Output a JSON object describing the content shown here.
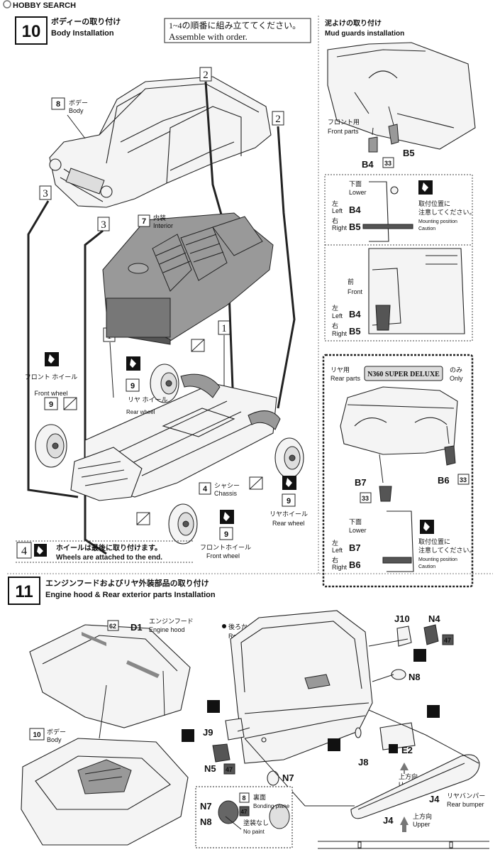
{
  "watermark": "HOBBY SEARCH",
  "step10": {
    "number": "10",
    "title_jp": "ボディーの取り付け",
    "title_en": "Body Installation",
    "order_note_jp": "1~4の順番に組み立ててください。",
    "order_note_en": "Assemble with order.",
    "body_box": "8",
    "body_jp": "ボデー",
    "body_en": "Body",
    "interior_box": "7",
    "interior_jp": "内装",
    "interior_en": "Interior",
    "chassis_box": "4",
    "chassis_jp": "シャシー",
    "chassis_en": "Chassis",
    "front_wheel_jp": "フロント ホイール",
    "front_wheel_en": "Front wheel",
    "front_wheel_box": "9",
    "rear_wheel_jp": "リヤ ホイール",
    "rear_wheel_en": "Rear wheel",
    "rear_wheel_box": "9",
    "rear_wheel2_jp": "リヤホイール",
    "rear_wheel2_en": "Rear wheel",
    "rear_wheel2_box": "9",
    "front_wheel2_jp": "フロントホイール",
    "front_wheel2_en": "Front wheel",
    "front_wheel2_box": "9",
    "order_1": "1",
    "order_2": "2",
    "order_3": "3",
    "order_4": "4",
    "wheel_note_jp": "ホイールは最後に取り付けます。",
    "wheel_note_en": "Wheels are attached to the end."
  },
  "mud_guards": {
    "title_jp": "泥よけの取り付け",
    "title_en": "Mud guards installation",
    "front_jp": "フロント用",
    "front_en": "Front parts",
    "b4": "B4",
    "b5": "B5",
    "color_33": "33",
    "lower_jp": "下面",
    "lower_en": "Lower",
    "left_jp": "左",
    "left_en": "Left",
    "right_jp": "右",
    "right_en": "Right",
    "front2_jp": "前",
    "front2_en": "Front",
    "caution_jp1": "取付位置に",
    "caution_jp2": "注意してください。",
    "caution_en1": "Mounting position",
    "caution_en2": "Caution"
  },
  "rear_parts": {
    "rear_jp": "リヤ用",
    "rear_en": "Rear parts",
    "model": "N360 SUPER DELUXE",
    "only_jp": "のみ",
    "only_en": "Only",
    "b7": "B7",
    "b6": "B6",
    "color_33": "33",
    "lower_jp": "下面",
    "lower_en": "Lower",
    "left_jp": "左",
    "left_en": "Left",
    "right_jp": "右",
    "right_en": "Right",
    "caution_jp1": "取付位置に",
    "caution_jp2": "注意してください。",
    "caution_en1": "Mounting position",
    "caution_en2": "Caution"
  },
  "step11": {
    "number": "11",
    "title_jp": "エンジンフードおよびリヤ外装部品の取り付け",
    "title_en": "Engine hood & Rear exterior parts  Installation",
    "d1": "D1",
    "hood_jp": "エンジンフード",
    "hood_en": "Engine hood",
    "color_62": "62",
    "body_box": "10",
    "body_jp": "ボデー",
    "body_en": "Body",
    "rear_view_jp": "後ろから見た図",
    "rear_view_en": "Rear view",
    "j10": "J10",
    "n4": "N4",
    "color_47": "47",
    "n8": "N8",
    "j9": "J9",
    "n5": "N5",
    "n7": "N7",
    "j8": "J8",
    "e2": "E2",
    "color_1": "1",
    "upper_jp": "上方向",
    "upper_en": "Upper",
    "j4": "J4",
    "bumper_jp": "リヤバンパー",
    "bumper_en": "Rear bumper",
    "inset_n7": "N7",
    "inset_n8": "N8",
    "inset_8": "8",
    "inset_47": "47",
    "bonding_jp": "裏面",
    "bonding_en": "Bonding plane",
    "nopaint_jp": "塗装なし",
    "nopaint_en": "No paint"
  }
}
